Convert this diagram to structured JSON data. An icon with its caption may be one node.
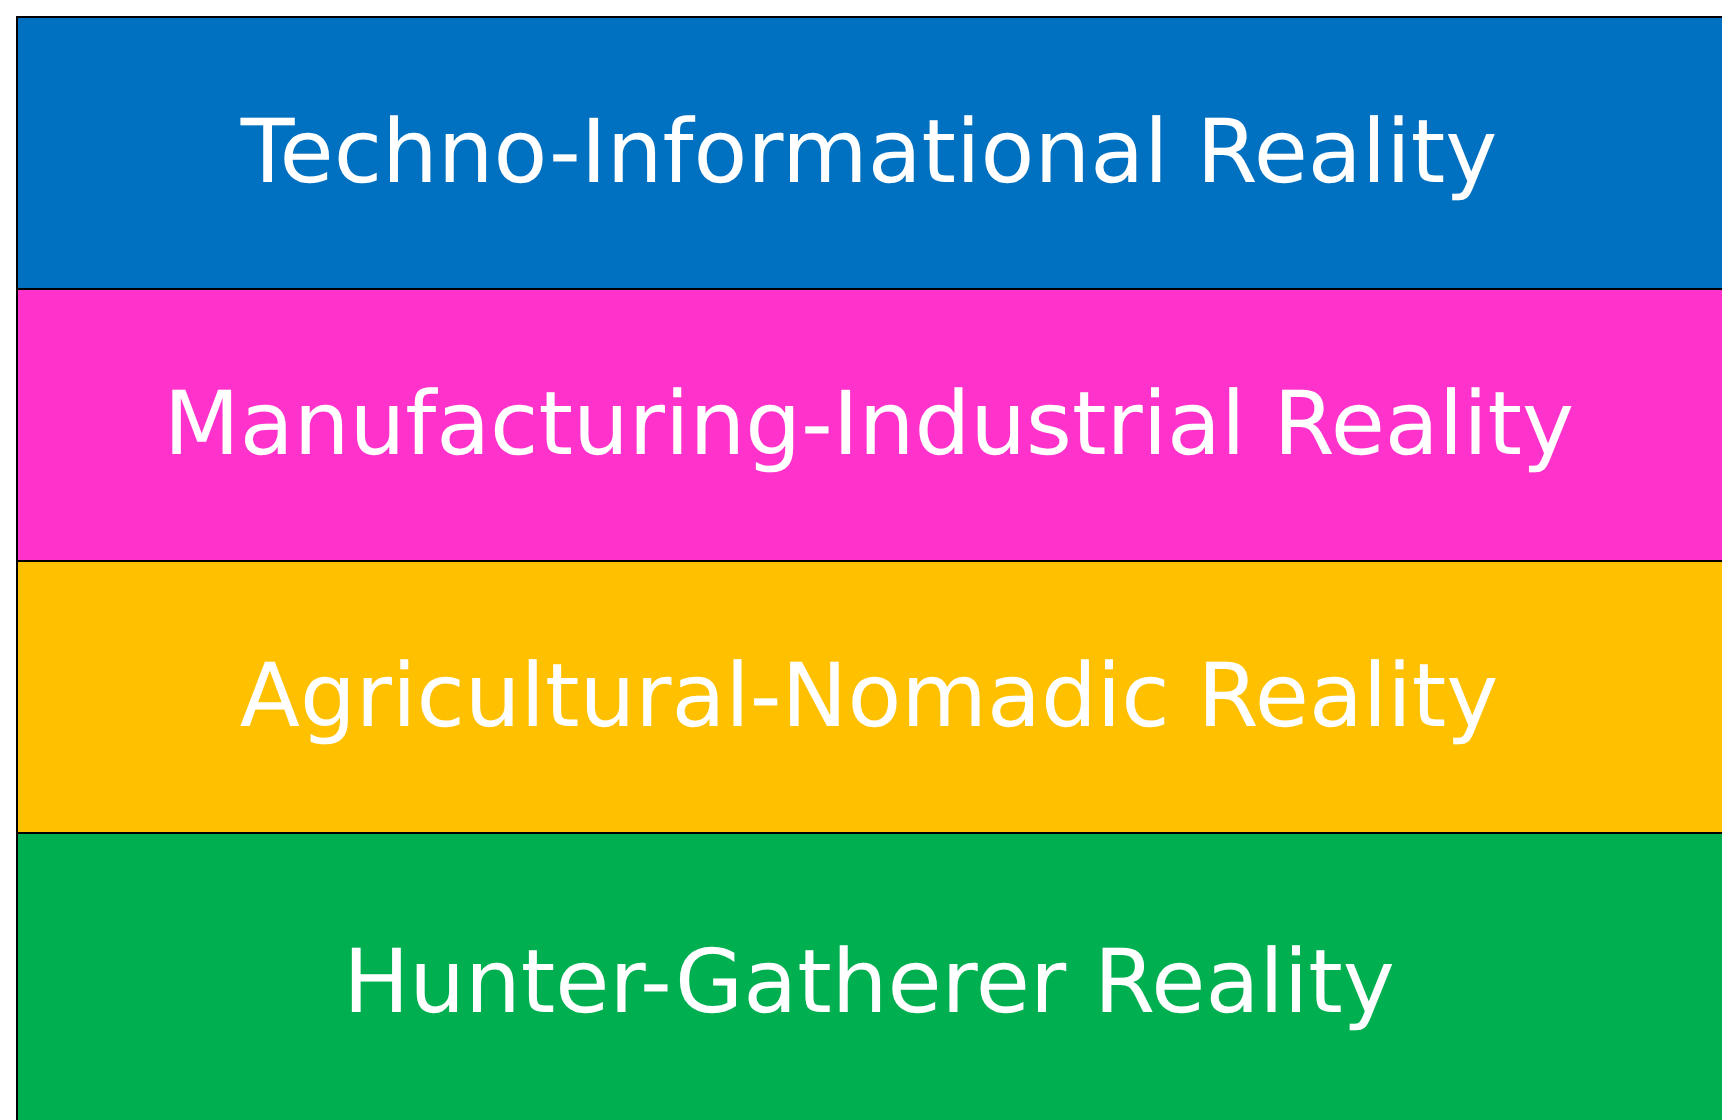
{
  "diagram": {
    "nodes": [
      {
        "text": [
          "Techno-Informational Reality"
        ]
      },
      {
        "text": [
          "Manufacturing-Industrial Reality"
        ]
      },
      {
        "text": [
          "Agricultural-Nomadic Reality"
        ]
      },
      {
        "text": [
          "Hunter-Gatherer Reality"
        ]
      }
    ]
  }
}
